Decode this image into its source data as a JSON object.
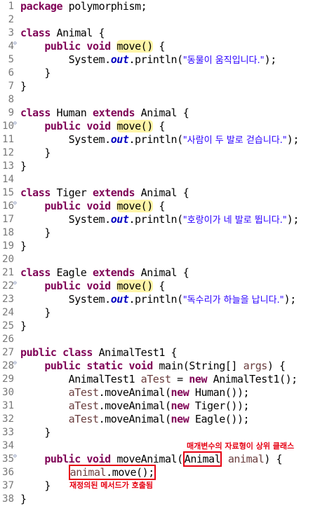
{
  "lines": [
    {
      "n": "1",
      "fold": false,
      "tokens": [
        {
          "t": "package",
          "c": "kw"
        },
        {
          "t": " polymorphism;"
        }
      ]
    },
    {
      "n": "2",
      "fold": false,
      "tokens": []
    },
    {
      "n": "3",
      "fold": false,
      "tokens": [
        {
          "t": "class",
          "c": "kw"
        },
        {
          "t": " Animal {"
        }
      ]
    },
    {
      "n": "4",
      "fold": true,
      "tokens": [
        {
          "t": "    "
        },
        {
          "t": "public",
          "c": "kw"
        },
        {
          "t": " "
        },
        {
          "t": "void",
          "c": "kw"
        },
        {
          "t": " "
        },
        {
          "t": "move()",
          "c": "hl"
        },
        {
          "t": " {"
        }
      ]
    },
    {
      "n": "5",
      "fold": false,
      "tokens": [
        {
          "t": "        System."
        },
        {
          "t": "out",
          "c": "fld"
        },
        {
          "t": ".println("
        },
        {
          "t": "\"동물이 움직입니다.\"",
          "c": "str"
        },
        {
          "t": ");"
        }
      ]
    },
    {
      "n": "6",
      "fold": false,
      "tokens": [
        {
          "t": "    }"
        }
      ]
    },
    {
      "n": "7",
      "fold": false,
      "tokens": [
        {
          "t": "}"
        }
      ]
    },
    {
      "n": "8",
      "fold": false,
      "tokens": []
    },
    {
      "n": "9",
      "fold": false,
      "tokens": [
        {
          "t": "class",
          "c": "kw"
        },
        {
          "t": " Human "
        },
        {
          "t": "extends",
          "c": "kw"
        },
        {
          "t": " Animal {"
        }
      ]
    },
    {
      "n": "10",
      "fold": true,
      "tokens": [
        {
          "t": "    "
        },
        {
          "t": "public",
          "c": "kw"
        },
        {
          "t": " "
        },
        {
          "t": "void",
          "c": "kw"
        },
        {
          "t": " "
        },
        {
          "t": "move()",
          "c": "hl"
        },
        {
          "t": " {"
        }
      ]
    },
    {
      "n": "11",
      "fold": false,
      "tokens": [
        {
          "t": "        System."
        },
        {
          "t": "out",
          "c": "fld"
        },
        {
          "t": ".println("
        },
        {
          "t": "\"사람이 두 발로 걷습니다.\"",
          "c": "str"
        },
        {
          "t": ");"
        }
      ]
    },
    {
      "n": "12",
      "fold": false,
      "tokens": [
        {
          "t": "    }"
        }
      ]
    },
    {
      "n": "13",
      "fold": false,
      "tokens": [
        {
          "t": "}"
        }
      ]
    },
    {
      "n": "14",
      "fold": false,
      "tokens": []
    },
    {
      "n": "15",
      "fold": false,
      "tokens": [
        {
          "t": "class",
          "c": "kw"
        },
        {
          "t": " Tiger "
        },
        {
          "t": "extends",
          "c": "kw"
        },
        {
          "t": " Animal {"
        }
      ]
    },
    {
      "n": "16",
      "fold": true,
      "tokens": [
        {
          "t": "    "
        },
        {
          "t": "public",
          "c": "kw"
        },
        {
          "t": " "
        },
        {
          "t": "void",
          "c": "kw"
        },
        {
          "t": " "
        },
        {
          "t": "move()",
          "c": "hl"
        },
        {
          "t": " {"
        }
      ]
    },
    {
      "n": "17",
      "fold": false,
      "tokens": [
        {
          "t": "        System."
        },
        {
          "t": "out",
          "c": "fld"
        },
        {
          "t": ".println("
        },
        {
          "t": "\"호랑이가 네 발로 뜁니다.\"",
          "c": "str"
        },
        {
          "t": ");"
        }
      ]
    },
    {
      "n": "18",
      "fold": false,
      "tokens": [
        {
          "t": "    }"
        }
      ]
    },
    {
      "n": "19",
      "fold": false,
      "tokens": [
        {
          "t": "}"
        }
      ]
    },
    {
      "n": "20",
      "fold": false,
      "tokens": []
    },
    {
      "n": "21",
      "fold": false,
      "tokens": [
        {
          "t": "class",
          "c": "kw"
        },
        {
          "t": " Eagle "
        },
        {
          "t": "extends",
          "c": "kw"
        },
        {
          "t": " Animal {"
        }
      ]
    },
    {
      "n": "22",
      "fold": true,
      "tokens": [
        {
          "t": "    "
        },
        {
          "t": "public",
          "c": "kw"
        },
        {
          "t": " "
        },
        {
          "t": "void",
          "c": "kw"
        },
        {
          "t": " "
        },
        {
          "t": "move()",
          "c": "hl"
        },
        {
          "t": " {"
        }
      ]
    },
    {
      "n": "23",
      "fold": false,
      "tokens": [
        {
          "t": "        System."
        },
        {
          "t": "out",
          "c": "fld"
        },
        {
          "t": ".println("
        },
        {
          "t": "\"독수리가 하늘을 납니다.\"",
          "c": "str"
        },
        {
          "t": ");"
        }
      ]
    },
    {
      "n": "24",
      "fold": false,
      "tokens": [
        {
          "t": "    }"
        }
      ]
    },
    {
      "n": "25",
      "fold": false,
      "tokens": [
        {
          "t": "}"
        }
      ]
    },
    {
      "n": "26",
      "fold": false,
      "tokens": []
    },
    {
      "n": "27",
      "fold": false,
      "tokens": [
        {
          "t": "public",
          "c": "kw"
        },
        {
          "t": " "
        },
        {
          "t": "class",
          "c": "kw"
        },
        {
          "t": " AnimalTest1 {"
        }
      ]
    },
    {
      "n": "28",
      "fold": true,
      "tokens": [
        {
          "t": "    "
        },
        {
          "t": "public",
          "c": "kw"
        },
        {
          "t": " "
        },
        {
          "t": "static",
          "c": "kw"
        },
        {
          "t": " "
        },
        {
          "t": "void",
          "c": "kw"
        },
        {
          "t": " main(String[] "
        },
        {
          "t": "args",
          "c": "var"
        },
        {
          "t": ") {"
        }
      ]
    },
    {
      "n": "29",
      "fold": false,
      "tokens": [
        {
          "t": "        AnimalTest1 "
        },
        {
          "t": "aTest",
          "c": "var"
        },
        {
          "t": " = "
        },
        {
          "t": "new",
          "c": "kw"
        },
        {
          "t": " AnimalTest1();"
        }
      ]
    },
    {
      "n": "30",
      "fold": false,
      "tokens": [
        {
          "t": "        "
        },
        {
          "t": "aTest",
          "c": "var"
        },
        {
          "t": ".moveAnimal("
        },
        {
          "t": "new",
          "c": "kw"
        },
        {
          "t": " Human());"
        }
      ]
    },
    {
      "n": "31",
      "fold": false,
      "tokens": [
        {
          "t": "        "
        },
        {
          "t": "aTest",
          "c": "var"
        },
        {
          "t": ".moveAnimal("
        },
        {
          "t": "new",
          "c": "kw"
        },
        {
          "t": " Tiger());"
        }
      ]
    },
    {
      "n": "32",
      "fold": false,
      "tokens": [
        {
          "t": "        "
        },
        {
          "t": "aTest",
          "c": "var"
        },
        {
          "t": ".moveAnimal("
        },
        {
          "t": "new",
          "c": "kw"
        },
        {
          "t": " Eagle());"
        }
      ]
    },
    {
      "n": "33",
      "fold": false,
      "tokens": [
        {
          "t": "    }"
        }
      ]
    },
    {
      "n": "34",
      "fold": false,
      "tokens": []
    },
    {
      "n": "35",
      "fold": true,
      "tokens": [
        {
          "t": "    "
        },
        {
          "t": "public",
          "c": "kw"
        },
        {
          "t": " "
        },
        {
          "t": "void",
          "c": "kw"
        },
        {
          "t": " moveAnimal("
        },
        {
          "t": "Animal",
          "c": "box"
        },
        {
          "t": " "
        },
        {
          "t": "animal",
          "c": "var"
        },
        {
          "t": ") {"
        }
      ]
    },
    {
      "n": "36",
      "fold": false,
      "tokens": [
        {
          "t": "        "
        },
        {
          "t": "animal",
          "c": "var box"
        },
        {
          "t": ".move();",
          "c": "box"
        }
      ]
    },
    {
      "n": "37",
      "fold": false,
      "tokens": [
        {
          "t": "    }"
        }
      ]
    },
    {
      "n": "38",
      "fold": false,
      "tokens": [
        {
          "t": "}"
        }
      ]
    }
  ],
  "annotations": {
    "param_type_note": "매개변수의 자료형이 상위 클래스",
    "override_note": "재정의된 메서드가 호출됨"
  },
  "colors": {
    "keyword": "#7f0055",
    "string": "#2a00ff",
    "static_field": "#0000c0",
    "local_variable": "#6a3e3e",
    "occurrence_highlight": "#fff5a8",
    "annotation": "#e60012"
  },
  "icons": {
    "fold_marker": "fold-collapse-icon"
  }
}
